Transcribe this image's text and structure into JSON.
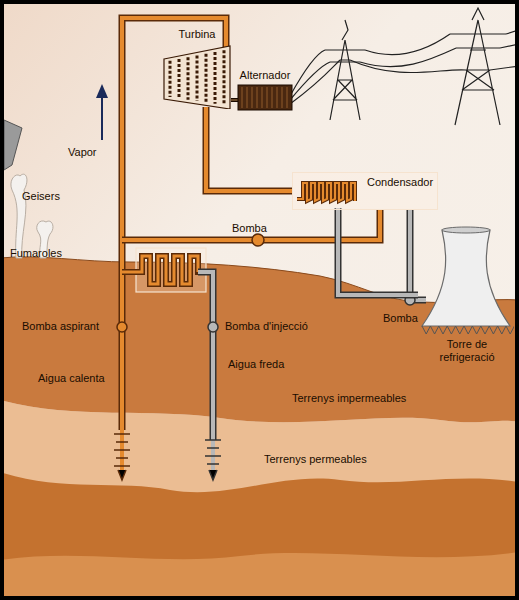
{
  "diagram": {
    "nodes": [
      {
        "text": [
          "Turbina"
        ]
      },
      {
        "text": [
          "Alternador"
        ]
      },
      {
        "text": [
          "Condensador"
        ]
      },
      {
        "text": [
          "Torre de refrigeració"
        ]
      },
      {
        "text": [
          "Terrenys impermeables"
        ]
      },
      {
        "text": [
          "Terrenys permeables"
        ]
      }
    ],
    "edges": [
      {
        "from": 0,
        "to": 1,
        "arrow": "none"
      },
      {
        "from": 0,
        "to": 2,
        "arrow": "none"
      },
      {
        "from": 2,
        "to": 3,
        "arrow": "none"
      }
    ],
    "labels": [
      "Vapor",
      "Geisers",
      "Bomba",
      "Fumaroles",
      "Bomba aspirant",
      "Bomba d'injecció",
      "Aigua freda",
      "Aigua calenta",
      "Bomba"
    ]
  }
}
